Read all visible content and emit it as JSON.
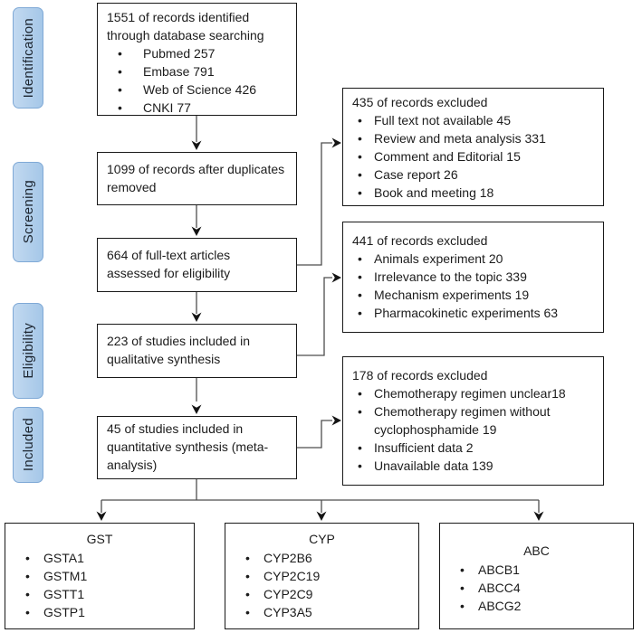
{
  "figure": {
    "type": "prisma-flow-diagram",
    "colors": {
      "stage_fill": "#aecbe9",
      "stage_border": "#7fa9d6",
      "box_border": "#191919",
      "connector": "#4d4d4d",
      "background": "#ffffff"
    }
  },
  "stages": [
    {
      "label": "Identification"
    },
    {
      "label": "Screening"
    },
    {
      "label": "Eligibility"
    },
    {
      "label": "Included"
    }
  ],
  "flow": {
    "identified": {
      "title": "1551 of records identified through database searching",
      "bullets": [
        "Pubmed 257",
        "Embase 791",
        "Web of Science 426",
        "CNKI 77"
      ]
    },
    "deduplicated": {
      "text": "1099 of records after duplicates removed"
    },
    "assessed": {
      "text": "664 of full-text articles assessed for eligibility"
    },
    "qualitative": {
      "text": "223 of studies included in qualitative synthesis"
    },
    "quantitative": {
      "text": "45 of studies included in quantitative synthesis (meta-analysis)"
    }
  },
  "excluded": [
    {
      "title": "435 of records excluded",
      "bullets": [
        "Full text not available 45",
        "Review and meta analysis 331",
        "Comment and Editorial 15",
        "Case report 26",
        "Book and meeting 18"
      ]
    },
    {
      "title": "441 of records excluded",
      "bullets": [
        "Animals experiment 20",
        "Irrelevance to the topic 339",
        "Mechanism experiments 19",
        "Pharmacokinetic experiments 63"
      ]
    },
    {
      "title": "178 of records excluded",
      "bullets": [
        "Chemotherapy regimen unclear18",
        "Chemotherapy regimen without cyclophosphamide 19",
        "Insufficient data 2",
        "Unavailable data 139"
      ]
    }
  ],
  "genes": [
    {
      "title": "GST",
      "bullets": [
        "GSTA1",
        "GSTM1",
        "GSTT1",
        "GSTP1"
      ]
    },
    {
      "title": "CYP",
      "bullets": [
        "CYP2B6",
        "CYP2C19",
        "CYP2C9",
        "CYP3A5"
      ]
    },
    {
      "title": "ABC",
      "bullets": [
        "ABCB1",
        "ABCC4",
        "ABCG2"
      ]
    }
  ]
}
